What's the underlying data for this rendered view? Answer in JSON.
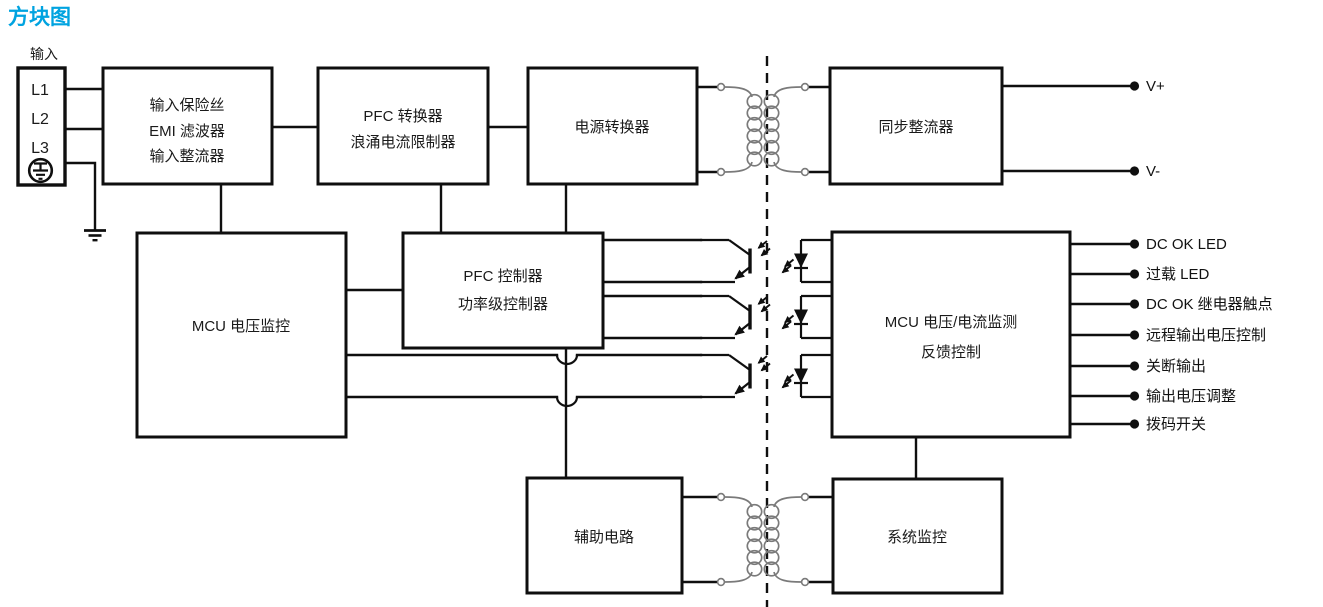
{
  "title": "方块图",
  "accent_color": "#00A3E0",
  "line_color": "#0f0f0f",
  "diagram": {
    "input_label": "输入",
    "terminals": [
      "L1",
      "L2",
      "L3"
    ],
    "blocks": {
      "input_stage": {
        "lines": [
          "输入保险丝",
          "EMI 滤波器",
          "输入整流器"
        ]
      },
      "pfc_converter": {
        "lines": [
          "PFC 转换器",
          "浪涌电流限制器"
        ]
      },
      "power_converter": {
        "lines": [
          "电源转换器"
        ]
      },
      "sync_rectifier": {
        "lines": [
          "同步整流器"
        ]
      },
      "mcu_voltage_monitor": {
        "lines": [
          "MCU 电压监控"
        ]
      },
      "pfc_controller": {
        "lines": [
          "PFC 控制器",
          "功率级控制器"
        ]
      },
      "mcu_feedback": {
        "lines": [
          "MCU 电压/电流监测",
          "反馈控制"
        ]
      },
      "aux_circuit": {
        "lines": [
          "辅助电路"
        ]
      },
      "system_monitor": {
        "lines": [
          "系统监控"
        ]
      }
    },
    "power_outputs": [
      "V+",
      "V-"
    ],
    "signal_outputs": [
      "DC OK LED",
      "过载 LED",
      "DC OK 继电器触点",
      "远程输出电压控制",
      "关断输出",
      "输出电压调整",
      "拨码开关"
    ]
  }
}
